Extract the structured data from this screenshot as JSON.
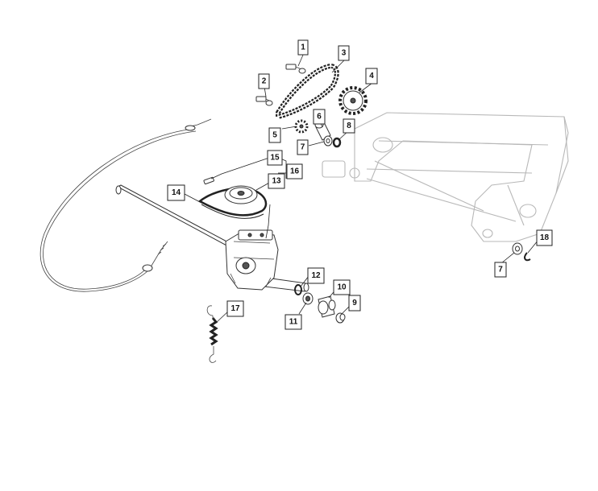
{
  "diagram": {
    "callouts": [
      {
        "id": "1",
        "label": "1"
      },
      {
        "id": "2",
        "label": "2"
      },
      {
        "id": "3",
        "label": "3"
      },
      {
        "id": "4",
        "label": "4"
      },
      {
        "id": "5",
        "label": "5"
      },
      {
        "id": "6",
        "label": "6"
      },
      {
        "id": "7a",
        "label": "7"
      },
      {
        "id": "8",
        "label": "8"
      },
      {
        "id": "15",
        "label": "15"
      },
      {
        "id": "16",
        "label": "16"
      },
      {
        "id": "14",
        "label": "14"
      },
      {
        "id": "13",
        "label": "13"
      },
      {
        "id": "12",
        "label": "12"
      },
      {
        "id": "10",
        "label": "10"
      },
      {
        "id": "9",
        "label": "9"
      },
      {
        "id": "11",
        "label": "11"
      },
      {
        "id": "17",
        "label": "17"
      },
      {
        "id": "18",
        "label": "18"
      },
      {
        "id": "7b",
        "label": "7"
      }
    ]
  }
}
